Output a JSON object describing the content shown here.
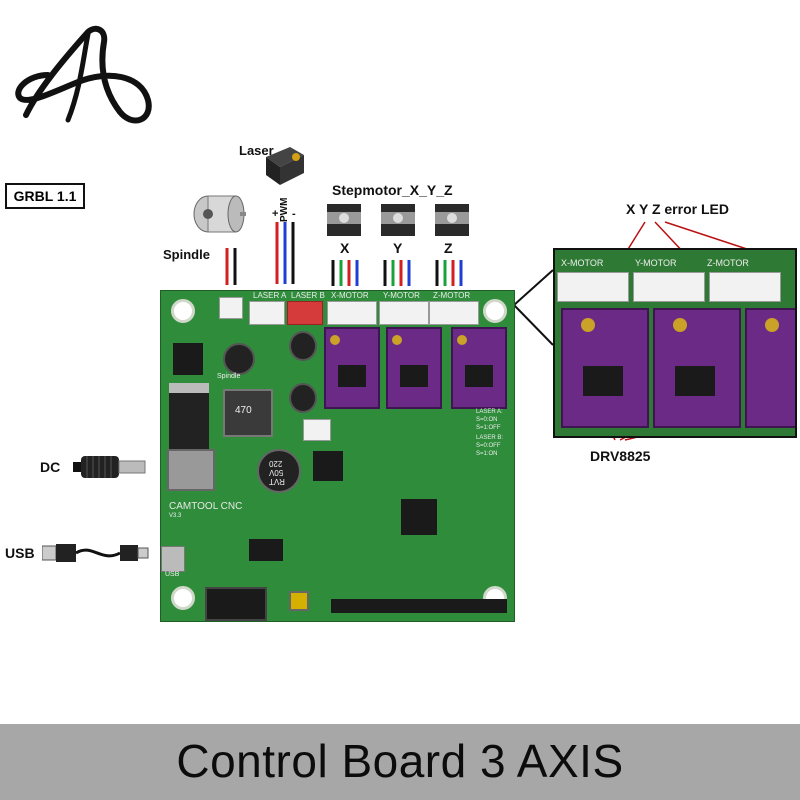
{
  "logo": {
    "icon": "brand-logo-icon"
  },
  "badge": {
    "text": "GRBL 1.1"
  },
  "labels": {
    "laser": "Laser",
    "pwm_plus": "+",
    "pwm": "PWM",
    "pwm_minus": "-",
    "spindle": "Spindle",
    "stepmotor": "Stepmotor_X_Y_Z",
    "x": "X",
    "y": "Y",
    "z": "Z",
    "error_led": "X Y Z error LED",
    "drv": "DRV8825",
    "dc": "DC",
    "usb": "USB"
  },
  "board": {
    "laser_a": "LASER A",
    "laser_b": "LASER B",
    "x_motor": "X-MOTOR",
    "y_motor": "Y-MOTOR",
    "z_motor": "Z-MOTOR",
    "brand": "CAMTOOL CNC",
    "version": "V3.3",
    "usb": "USB",
    "spindle": "Spindle",
    "cap1": "220",
    "cap2": "50V",
    "cap3": "RVT",
    "r470": "470",
    "laser_note_a": "LASER A:",
    "laser_note_a1": "S=0:ON",
    "laser_note_a2": "S=1:OFF",
    "laser_note_b": "LASER B:",
    "laser_note_b1": "S=0:OFF",
    "laser_note_b2": "S=1:ON"
  },
  "zoom": {
    "x_motor": "X-MOTOR",
    "y_motor": "Y-MOTOR",
    "z_motor": "Z-MOTOR"
  },
  "footer": {
    "title": "Control Board 3 AXIS"
  },
  "colors": {
    "pcb": "#2e8c3a",
    "pcb_dark": "#23722c",
    "driver": "#6b2a86",
    "wire_red": "#d41f1f",
    "wire_black": "#111111",
    "wire_blue": "#1f3fd4",
    "wire_green": "#1aa13a",
    "footer_bg": "#a7a7a7"
  }
}
